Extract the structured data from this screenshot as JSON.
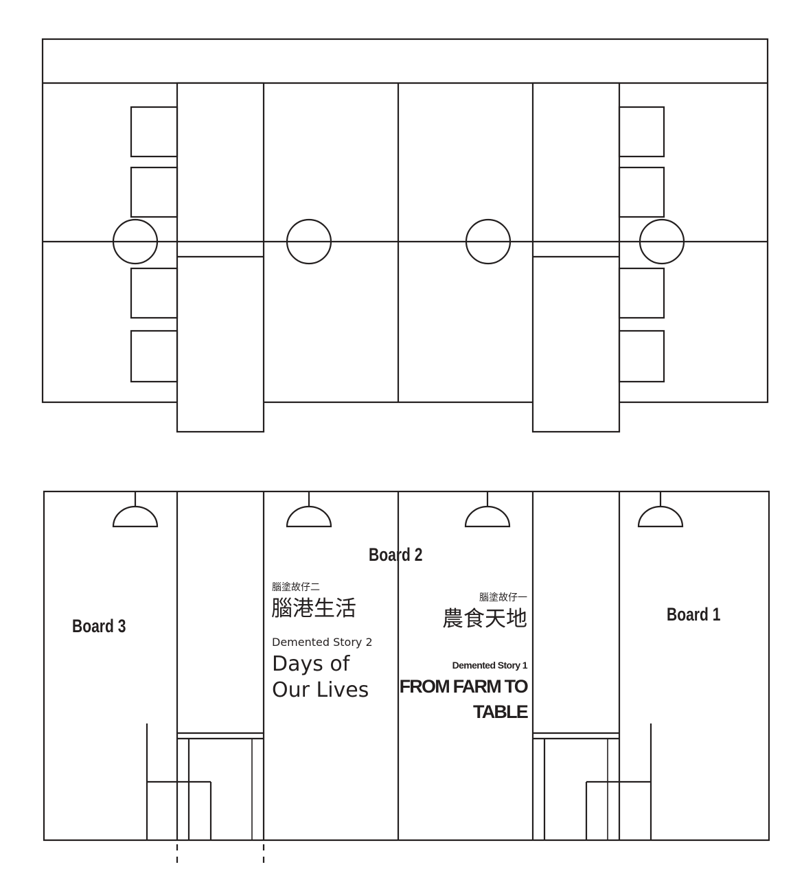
{
  "colors": {
    "line": "#231f1f",
    "background": "#ffffff"
  },
  "elevation": {
    "board_2": "Board 2",
    "board_3": "Board 3",
    "board_1": "Board 1",
    "story_2": {
      "chinese_subtitle": "腦塗故仔二",
      "chinese_title": "腦港生活",
      "english_subtitle": "Demented Story 2",
      "english_title_line1": "Days of",
      "english_title_line2": "Our Lives"
    },
    "story_1": {
      "chinese_subtitle": "腦塗故仔一",
      "chinese_title": "農食天地",
      "english_subtitle": "Demented Story 1",
      "english_title_line1": "FROM FARM TO",
      "english_title_line2": "TABLE"
    }
  }
}
